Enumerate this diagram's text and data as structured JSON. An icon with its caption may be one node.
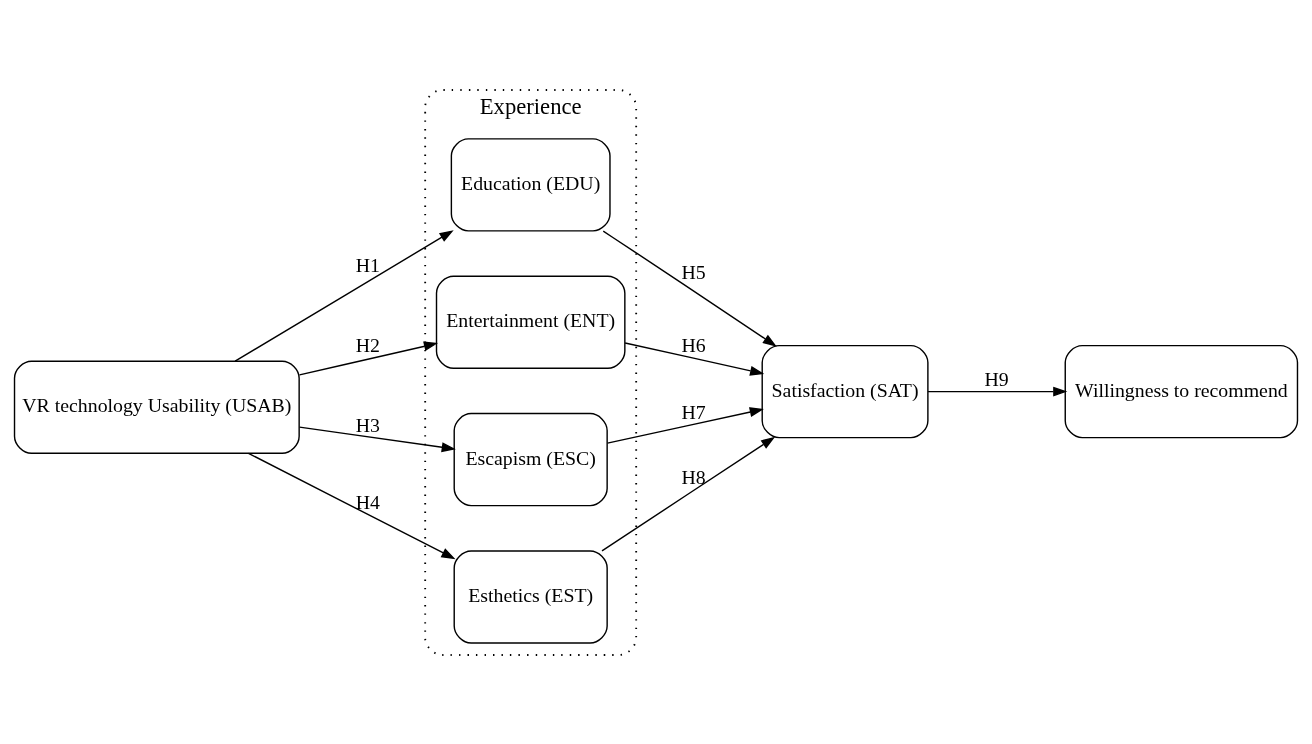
{
  "diagram": {
    "nodes": [
      {
        "text": [
          "VR technology Usability (USAB)"
        ]
      },
      {
        "text": [
          "Experience"
        ]
      },
      {
        "text": [
          "Education (EDU)"
        ],
        "in": 1
      },
      {
        "text": [
          "Entertainment (ENT)"
        ],
        "in": 1
      },
      {
        "text": [
          "Escapism (ESC)"
        ],
        "in": 1
      },
      {
        "text": [
          "Esthetics (EST)"
        ],
        "in": 1
      },
      {
        "text": [
          "Satisfaction (SAT)"
        ]
      },
      {
        "text": [
          "Willingness to recommend"
        ]
      }
    ],
    "edges": [
      {
        "from": 0,
        "to": 2,
        "arrow": "to",
        "label": "H1"
      },
      {
        "from": 0,
        "to": 3,
        "arrow": "to",
        "label": "H2"
      },
      {
        "from": 0,
        "to": 4,
        "arrow": "to",
        "label": "H3"
      },
      {
        "from": 0,
        "to": 5,
        "arrow": "to",
        "label": "H4"
      },
      {
        "from": 2,
        "to": 6,
        "arrow": "to",
        "label": "H5"
      },
      {
        "from": 3,
        "to": 6,
        "arrow": "to",
        "label": "H6"
      },
      {
        "from": 4,
        "to": 6,
        "arrow": "to",
        "label": "H7"
      },
      {
        "from": 5,
        "to": 6,
        "arrow": "to",
        "label": "H8"
      },
      {
        "from": 6,
        "to": 7,
        "arrow": "to",
        "label": "H9"
      }
    ]
  }
}
